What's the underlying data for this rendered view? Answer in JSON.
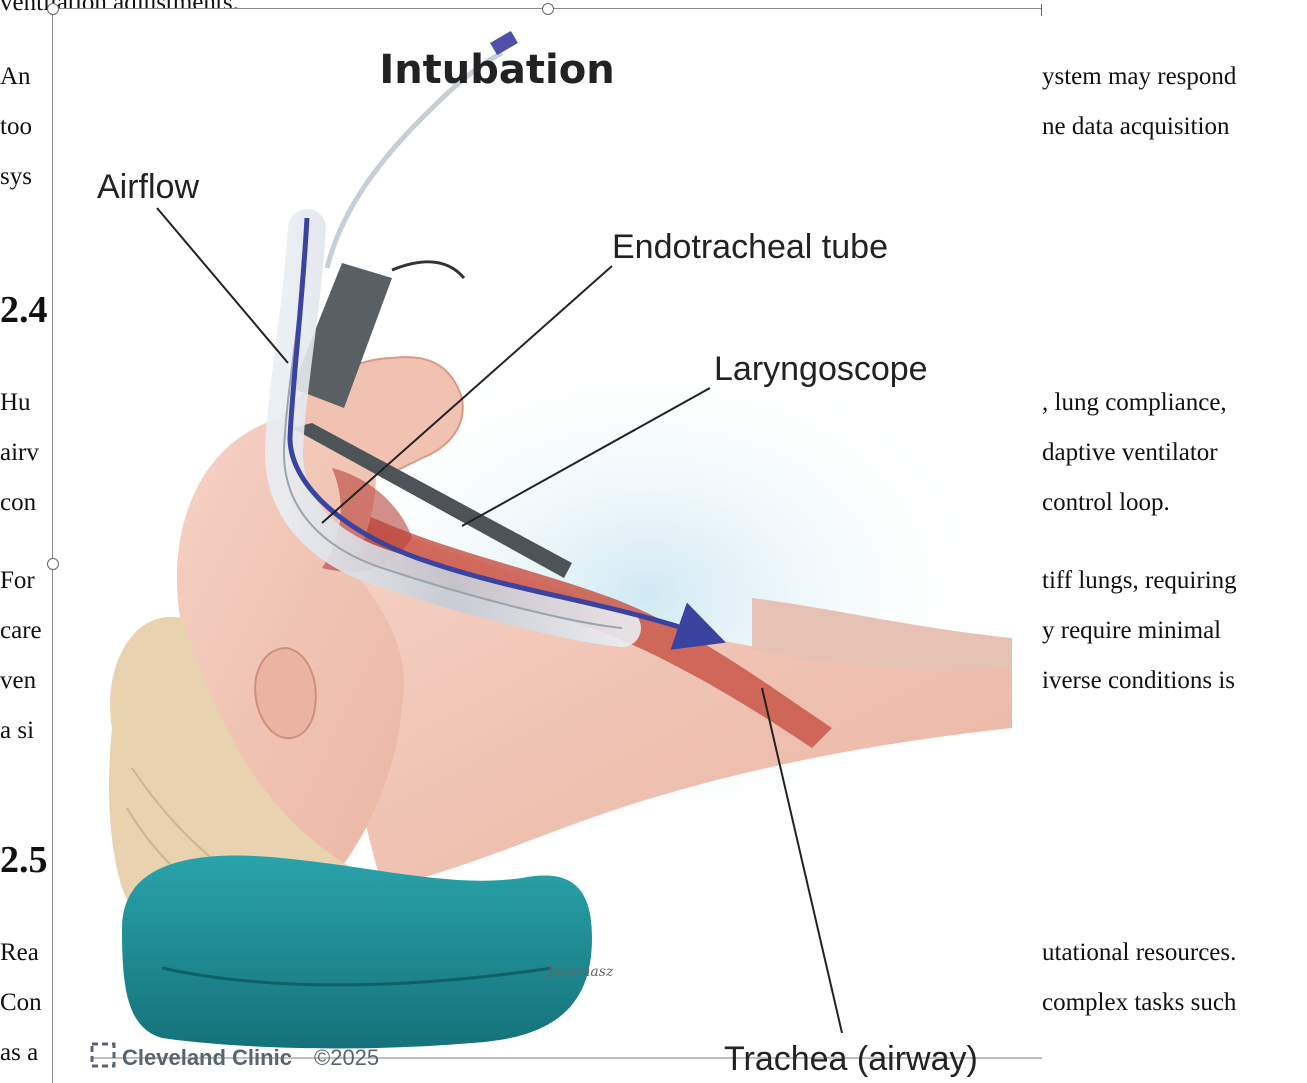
{
  "document": {
    "top_partial": "ventilation adjustments.",
    "para1": {
      "left_fragments": [
        "An",
        "too",
        "sys"
      ],
      "right_fragments": [
        "ystem may respond",
        "ne data acquisition"
      ]
    },
    "heading_24": "2.4",
    "para2": {
      "left_fragments": [
        "Hu",
        "airv",
        "con"
      ],
      "right_fragments": [
        ", lung compliance,",
        "daptive ventilator",
        "control loop."
      ]
    },
    "para3": {
      "left_fragments": [
        "For",
        "care",
        "ven",
        "a si"
      ],
      "right_fragments": [
        "tiff lungs, requiring",
        "y require minimal",
        "iverse conditions is"
      ]
    },
    "heading_25": "2.5",
    "para4": {
      "left_fragments": [
        "Rea",
        "Con",
        "as a"
      ],
      "right_fragments": [
        "utational resources.",
        "complex tasks such"
      ]
    }
  },
  "image": {
    "title": "Intubation",
    "labels": {
      "airflow": "Airflow",
      "endotracheal_tube": "Endotracheal tube",
      "laryngoscope": "Laryngoscope",
      "trachea": "Trachea (airway)"
    },
    "credit": {
      "brand": "Cleveland Clinic",
      "copyright": "©2025"
    },
    "signature": "Jacamasz"
  },
  "colors": {
    "skin": "#f2c4b4",
    "skin_shadow": "#e2a594",
    "hair": "#e8d2b0",
    "airway_red": "#c9574a",
    "pillow": "#1f8f96",
    "tube": "#cfd6de",
    "arrow": "#3a43a0",
    "blade": "#4e5358",
    "backdrop_blue": "#cfe9f2"
  }
}
